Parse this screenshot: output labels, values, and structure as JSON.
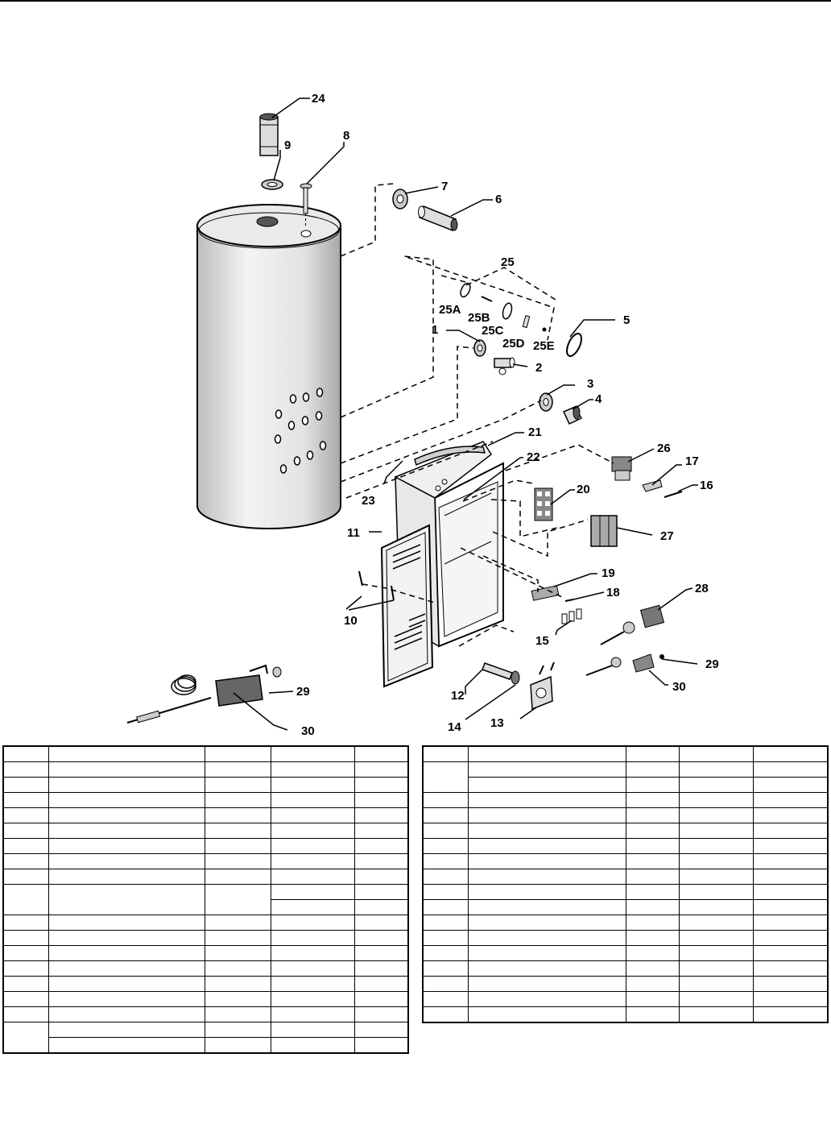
{
  "diagram": {
    "callouts": [
      "24",
      "9",
      "8",
      "7",
      "6",
      "25",
      "25A",
      "25B",
      "25C",
      "25D",
      "25E",
      "1",
      "2",
      "5",
      "3",
      "4",
      "21",
      "22",
      "26",
      "17",
      "16",
      "20",
      "23",
      "27",
      "11",
      "19",
      "18",
      "28",
      "10",
      "15",
      "29",
      "30",
      "12",
      "14",
      "13"
    ]
  },
  "colors": {
    "line": "#000000",
    "fill_light": "#e8e8e8",
    "fill_mid": "#c8c8c8"
  }
}
